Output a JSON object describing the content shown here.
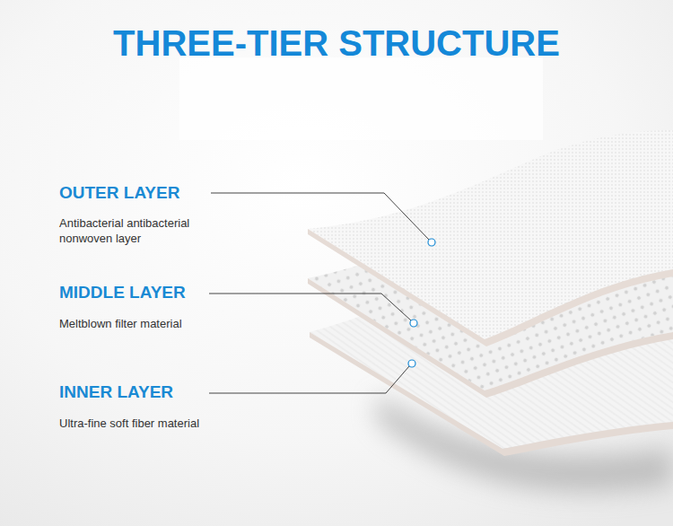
{
  "diagram": {
    "title": "THREE-TIER STRUCTURE",
    "labels": [
      "OUTER LAYER",
      "Antibacterial antibacterial nonwoven layer",
      "MIDDLE LAYER",
      "Meltblown filter material",
      "INNER LAYER",
      "Ultra-fine soft fiber material"
    ]
  }
}
